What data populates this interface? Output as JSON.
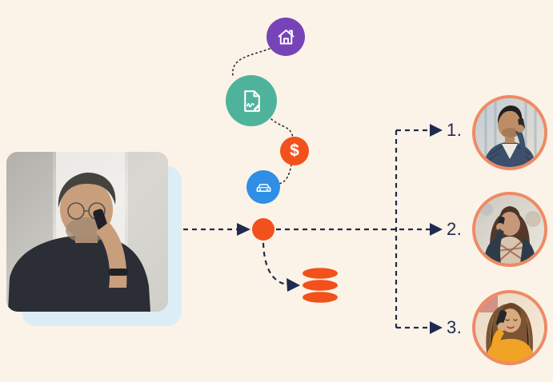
{
  "flow": {
    "dollar_symbol": "$",
    "steps": [
      {
        "label": "1."
      },
      {
        "label": "2."
      },
      {
        "label": "3."
      }
    ]
  },
  "icons": {
    "home": "home-icon",
    "contract": "contract-signature-icon",
    "dollar": "dollar-icon",
    "car": "car-icon",
    "dot": "flow-dot",
    "database": "database-icon"
  },
  "colors": {
    "background": "#FBF3E8",
    "home_circle": "#7743B9",
    "contract_circle": "#4FB39C",
    "dollar_circle": "#F2511B",
    "car_circle": "#2F8FE5",
    "flow_dot": "#F2511B",
    "database": "#F2511B",
    "connector_navy": "#1F2B4E",
    "connector_black": "#2A2A2A",
    "avatar_border": "#EF8A64",
    "photo_backdrop": "#DCEDF6",
    "step_text": "#1F2B4E"
  },
  "images": {
    "main_photo": "man with glasses and beard talking on phone, dark t-shirt",
    "avatar_1": "young man on phone in glass-front street",
    "avatar_2": "woman with plaid scarf on phone outdoors",
    "avatar_3": "woman in yellow top smiling on phone"
  }
}
